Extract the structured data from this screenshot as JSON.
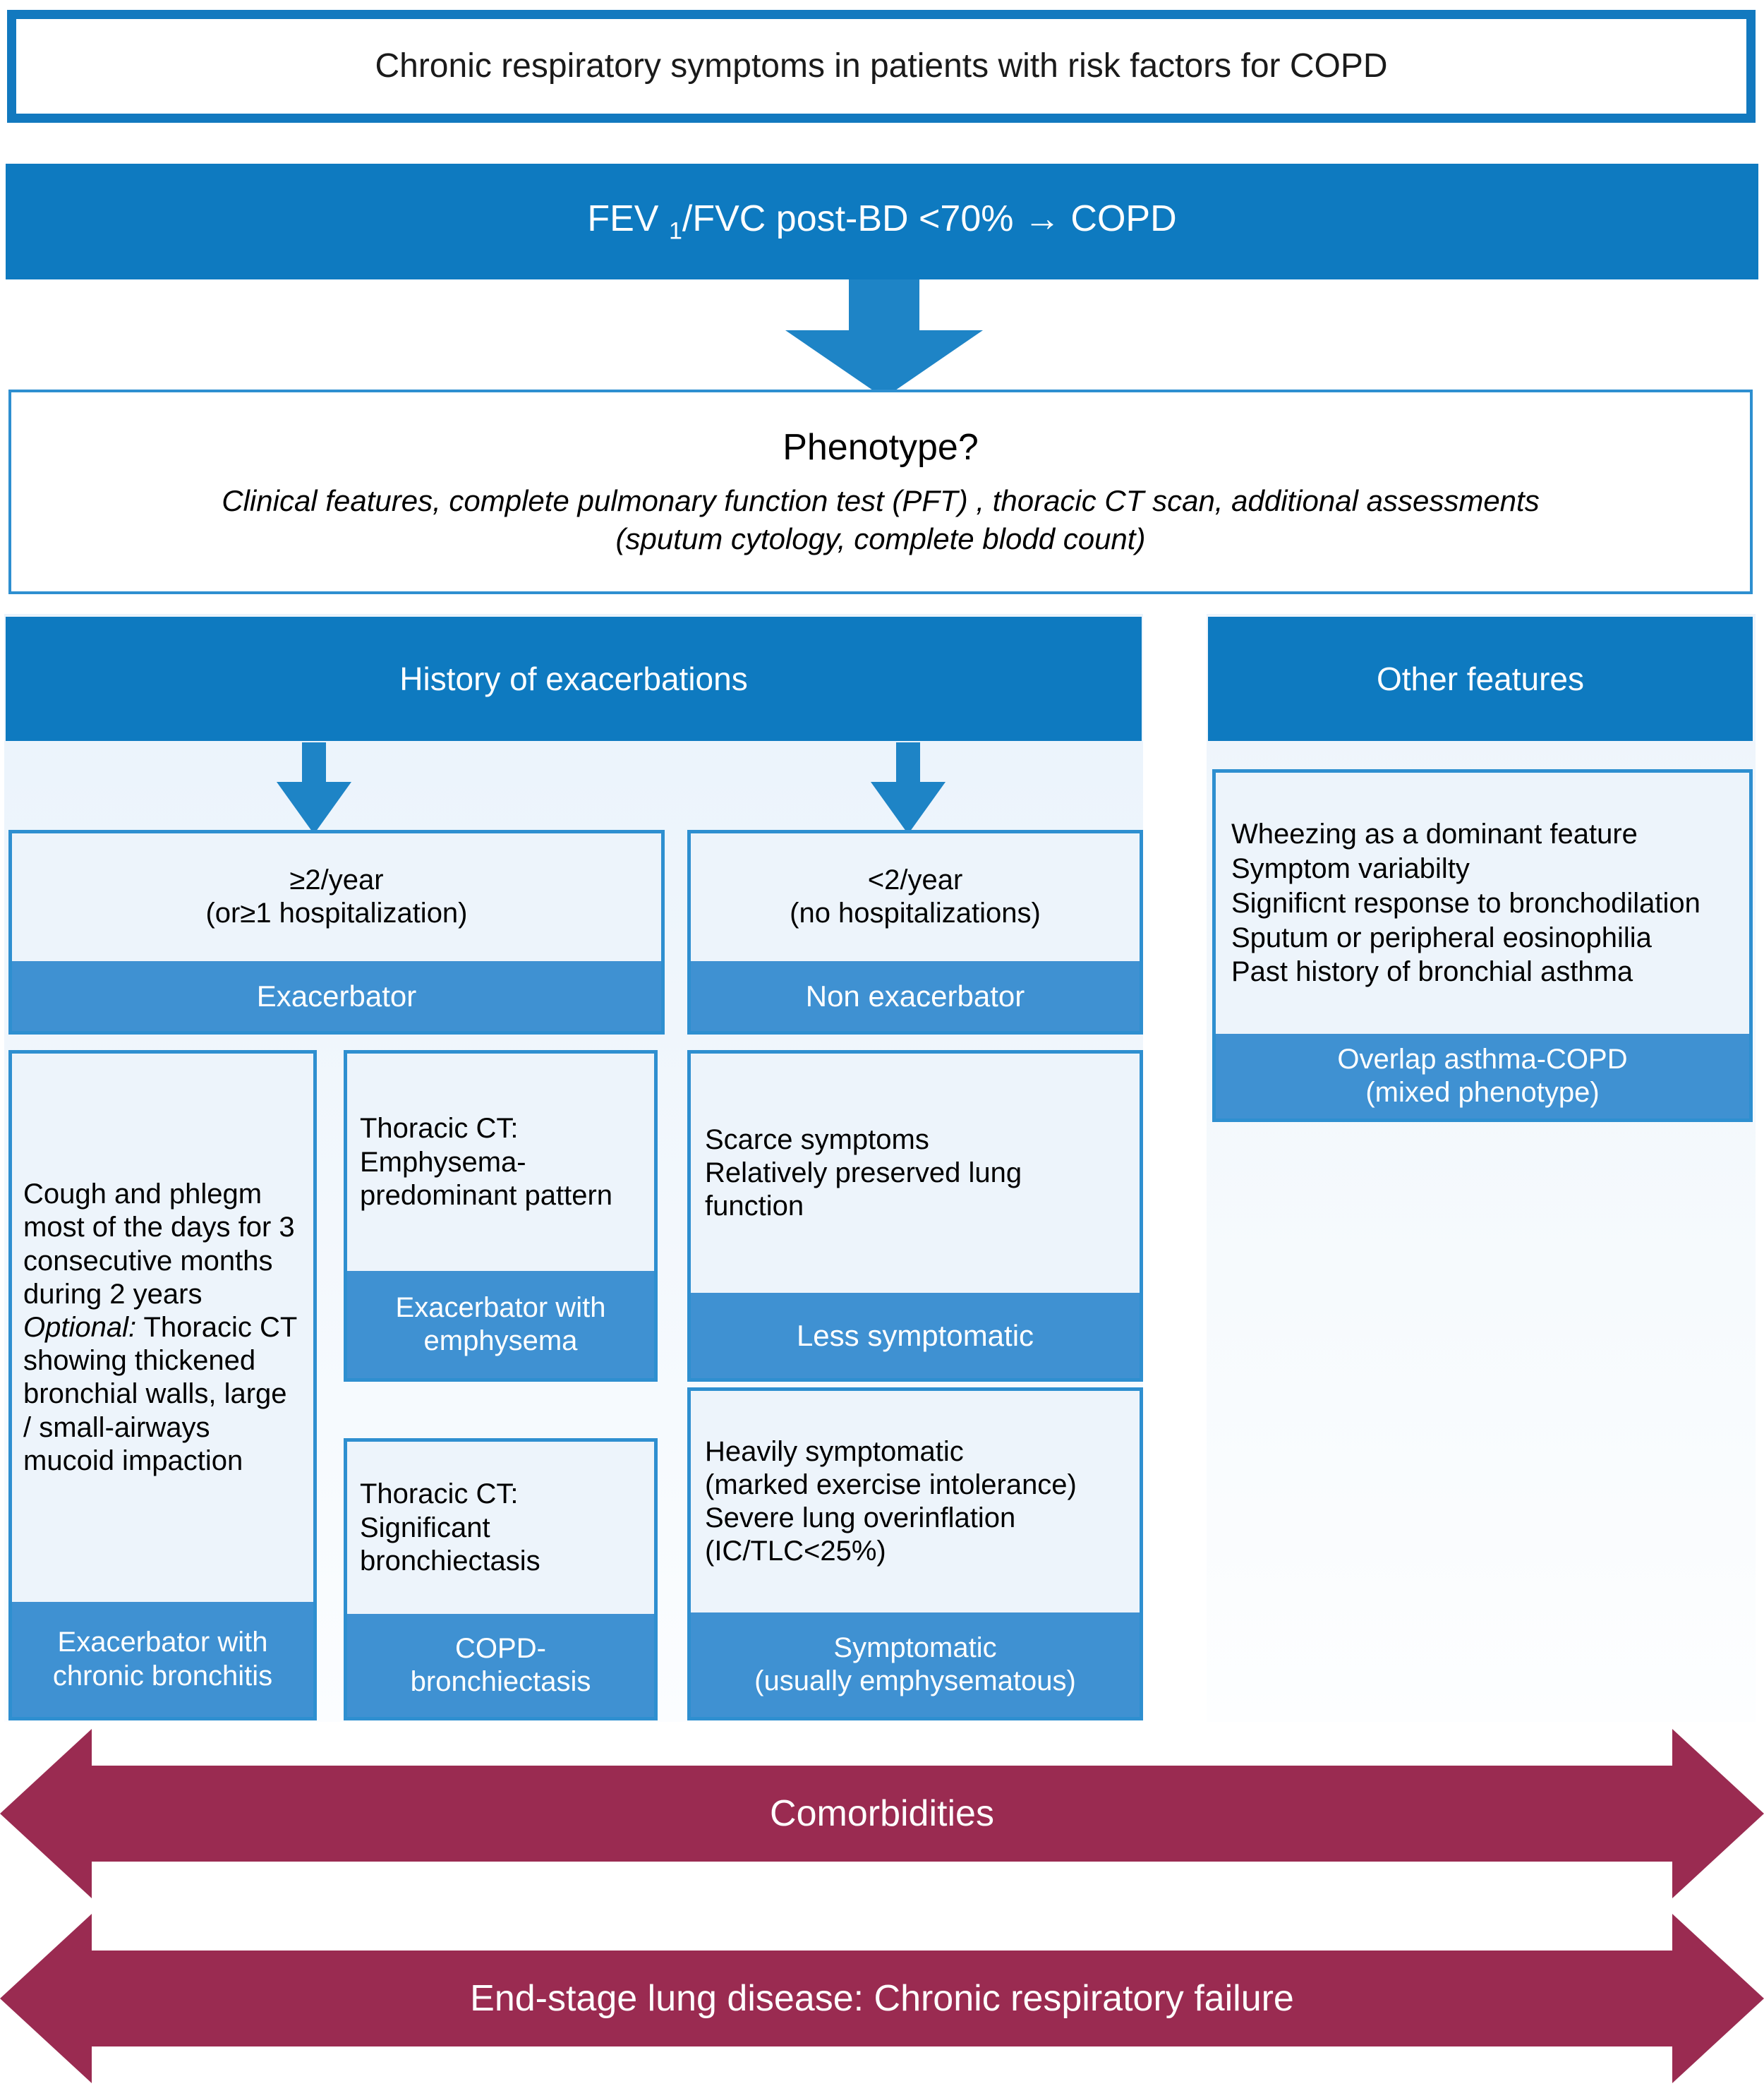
{
  "title": {
    "text": "Chronic respiratory symptoms in patients with risk factors for COPD"
  },
  "fev": {
    "prefix": "FEV",
    "subscript": "1",
    "suffix": "/FVC post-BD <70% → COPD",
    "full_text": "FEV 1/FVC post-BD <70% → COPD"
  },
  "phenotype": {
    "question": "Phenotype?",
    "detail_line1": "Clinical features, complete pulmonary function test (PFT) , thoracic CT scan, additional assessments",
    "detail_line2": "(sputum cytology, complete blodd count)"
  },
  "sections": {
    "history_header": "History of exacerbations",
    "other_header": "Other features"
  },
  "criteria": {
    "exacerbator": {
      "line1": "≥2/year",
      "line2": "(or≥1 hospitalization)",
      "label": "Exacerbator"
    },
    "non_exacerbator": {
      "line1": "<2/year",
      "line2": "(no hospitalizations)",
      "label": "Non exacerbator"
    }
  },
  "phenotype_cards": {
    "chronic_bronchitis": {
      "body_plain": "Cough and phlegm most of the days for 3 consecutive months during 2 years",
      "body_italic_lead": "Optional:",
      "body_after_italic": " Thoracic CT showing thickened bronchial walls, large / small-airways mucoid impaction",
      "label_line1": "Exacerbator with",
      "label_line2": "chronic bronchitis"
    },
    "emphysema": {
      "body": "Thoracic CT: Emphysema-predominant pattern",
      "label_line1": "Exacerbator with",
      "label_line2": "emphysema"
    },
    "bronchiectasis": {
      "body": "Thoracic CT: Significant bronchiectasis",
      "label_line1": "COPD-",
      "label_line2": "bronchiectasis"
    },
    "less_symptomatic": {
      "body_line1": "Scarce symptoms",
      "body_line2": "Relatively preserved lung function",
      "label": "Less symptomatic"
    },
    "symptomatic": {
      "body_line1": "Heavily symptomatic",
      "body_line2": "(marked exercise intolerance)",
      "body_line3": "Severe lung overinflation",
      "body_line4": "(IC/TLC<25%)",
      "label_line1": "Symptomatic",
      "label_line2": "(usually emphysematous)"
    },
    "overlap": {
      "features": [
        "Wheezing as a dominant feature",
        "Symptom variabilty",
        "Significnt response to bronchodilation",
        "Sputum or peripheral eosinophilia",
        "Past history of bronchial asthma"
      ],
      "label_line1": "Overlap asthma-COPD",
      "label_line2": "(mixed phenotype)"
    }
  },
  "bottom_bars": {
    "comorbidities": "Comorbidities",
    "end_stage": "End-stage lung disease: Chronic respiratory failure"
  },
  "colors": {
    "primary_blue": "#0E7AC0",
    "mid_blue": "#3F91D2",
    "outline_blue": "#2E8FD0",
    "pale_blue": "#EDF4FB",
    "maroon": "#9A2B51",
    "white": "#FFFFFF"
  }
}
